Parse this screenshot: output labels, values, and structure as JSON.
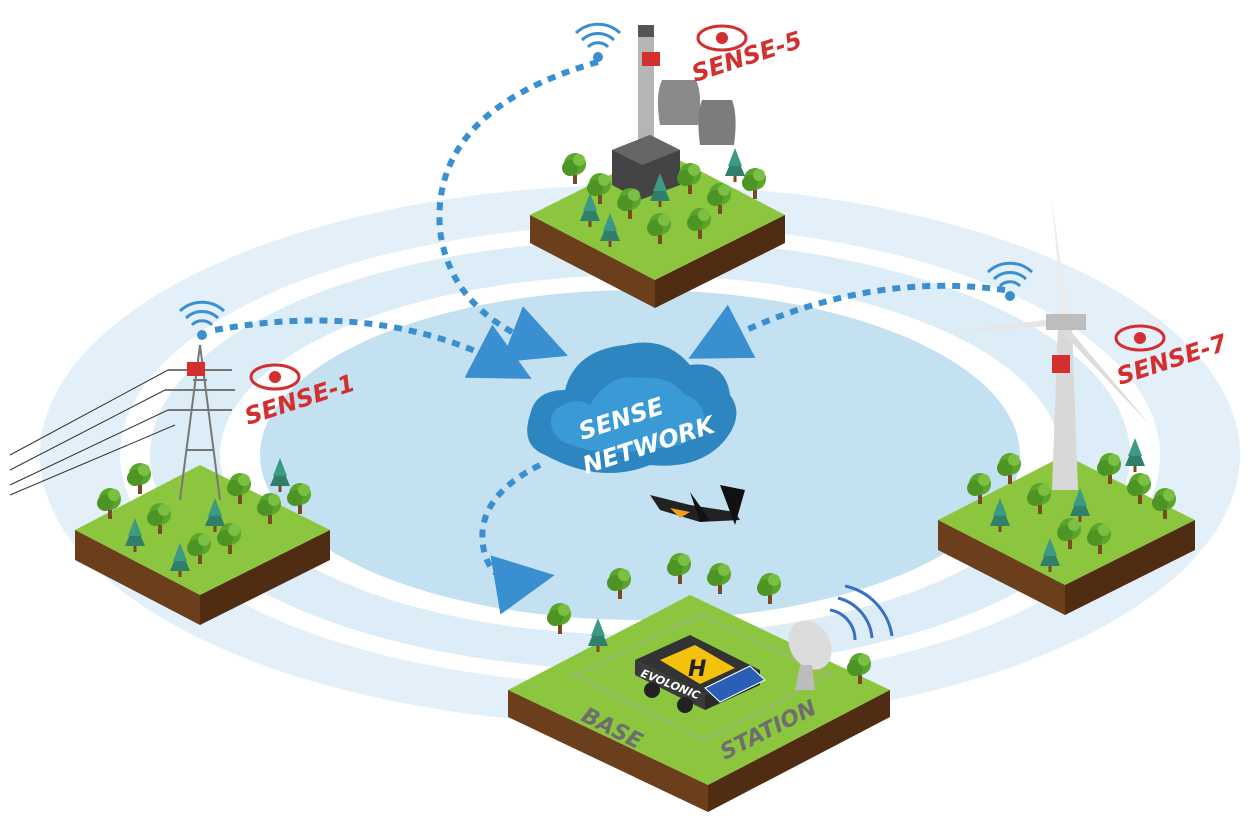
{
  "labels": {
    "sense1": "SENSE-1",
    "sense5": "SENSE-5",
    "sense7": "SENSE-7",
    "cloud_line1": "SENSE",
    "cloud_line2": "NETWORK",
    "base_left": "BASE",
    "base_right": "STATION",
    "heli_letter": "H",
    "brand": "EVOLONIC"
  },
  "colors": {
    "ring_light": "#e3f0fa",
    "ring_mid": "#d3e8f6",
    "center_disc": "#c4e1f2",
    "arrow_blue": "#3a8fd0",
    "cloud_blue": "#2e86c1",
    "sense_red": "#d32f2f",
    "grass": "#8cc63f",
    "soil": "#6b3e1c"
  },
  "icons": [
    "wifi-icon",
    "eye-icon",
    "cloud-icon",
    "drone-icon",
    "helipad-icon",
    "satellite-dish-icon"
  ]
}
